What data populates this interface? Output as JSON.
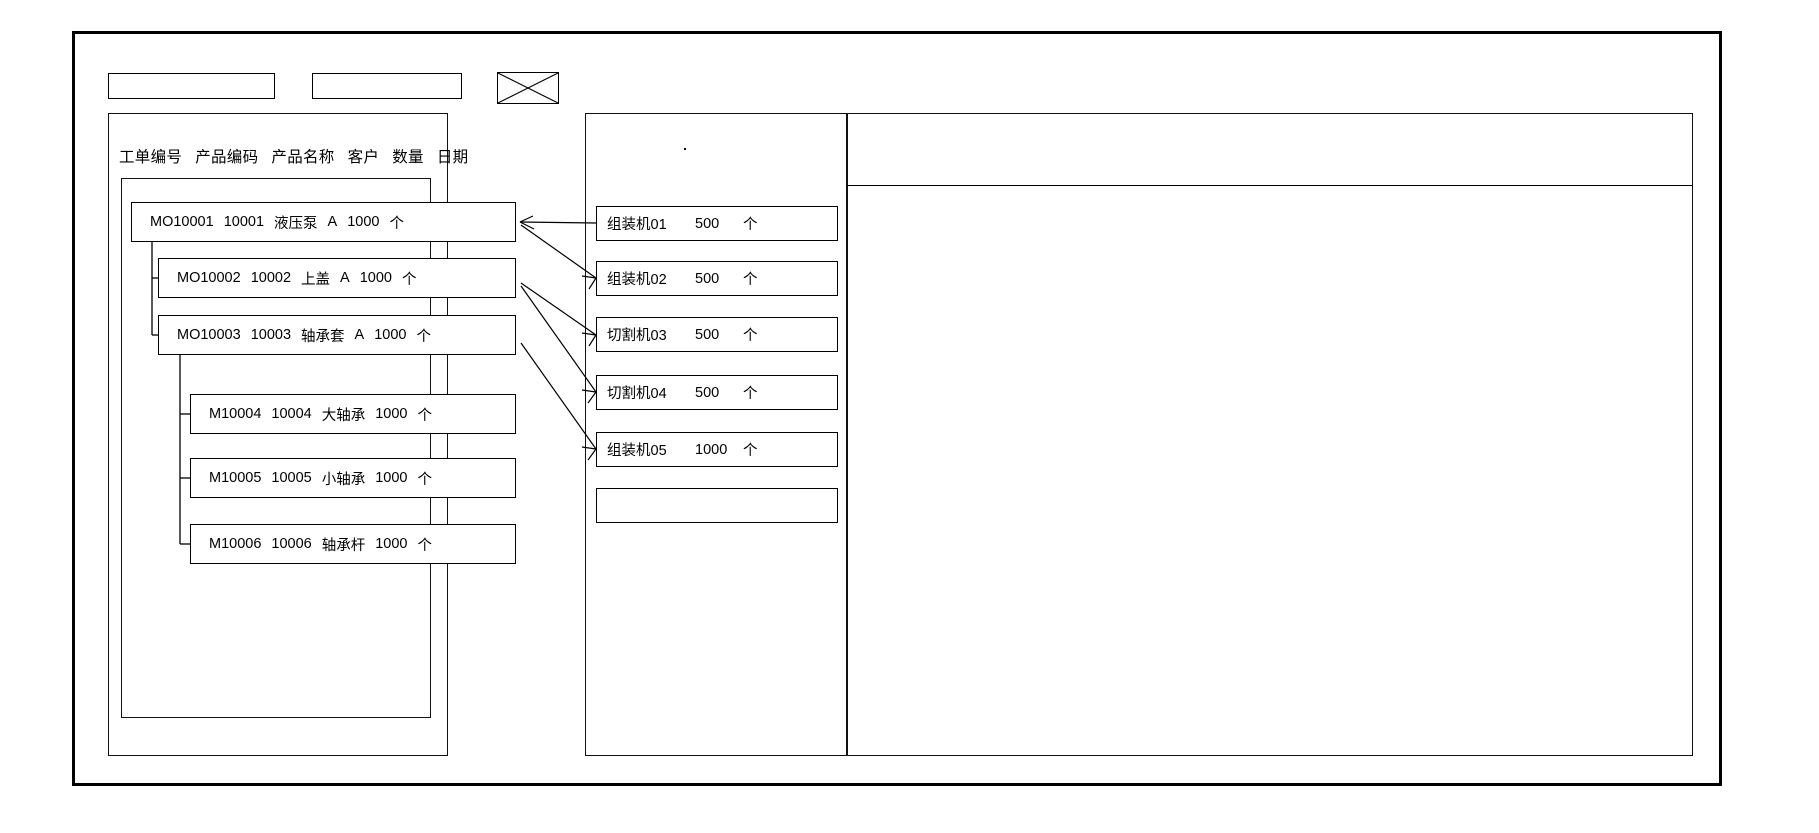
{
  "window": {
    "title": ""
  },
  "toolbar": {
    "field_one_value": "",
    "field_one_placeholder": "",
    "field_two_value": "",
    "field_two_placeholder": "",
    "image_placeholder_icon": "image-placeholder-x-icon"
  },
  "left_panel": {
    "columns": [
      "工单编号",
      "产品编码",
      "产品名称",
      "客户",
      "数量",
      "日期"
    ],
    "rows": [
      {
        "order_no": "MO10001",
        "product_code": "10001",
        "product_name": "液压泵",
        "customer": "A",
        "qty": "1000",
        "unit": "个",
        "level": 0
      },
      {
        "order_no": "MO10002",
        "product_code": "10002",
        "product_name": "上盖",
        "customer": "A",
        "qty": "1000",
        "unit": "个",
        "level": 1
      },
      {
        "order_no": "MO10003",
        "product_code": "10003",
        "product_name": "轴承套",
        "customer": "A",
        "qty": "1000",
        "unit": "个",
        "level": 1
      },
      {
        "order_no": "M10004",
        "product_code": "10004",
        "product_name": "大轴承",
        "customer": "",
        "qty": "1000",
        "unit": "个",
        "level": 2
      },
      {
        "order_no": "M10005",
        "product_code": "10005",
        "product_name": "小轴承",
        "customer": "",
        "qty": "1000",
        "unit": "个",
        "level": 2
      },
      {
        "order_no": "M10006",
        "product_code": "10006",
        "product_name": "轴承杆",
        "customer": "",
        "qty": "1000",
        "unit": "个",
        "level": 2
      }
    ]
  },
  "middle_panel": {
    "machines": [
      {
        "name": "组装机01",
        "qty": "500",
        "unit": "个"
      },
      {
        "name": "组装机02",
        "qty": "500",
        "unit": "个"
      },
      {
        "name": "切割机03",
        "qty": "500",
        "unit": "个"
      },
      {
        "name": "切割机04",
        "qty": "500",
        "unit": "个"
      },
      {
        "name": "组装机05",
        "qty": "1000",
        "unit": "个"
      },
      {
        "name": "",
        "qty": "",
        "unit": ""
      }
    ]
  },
  "right_panel": {
    "header": "",
    "body": ""
  },
  "colors": {
    "border": "#000000",
    "background": "#ffffff",
    "text": "#000000"
  }
}
